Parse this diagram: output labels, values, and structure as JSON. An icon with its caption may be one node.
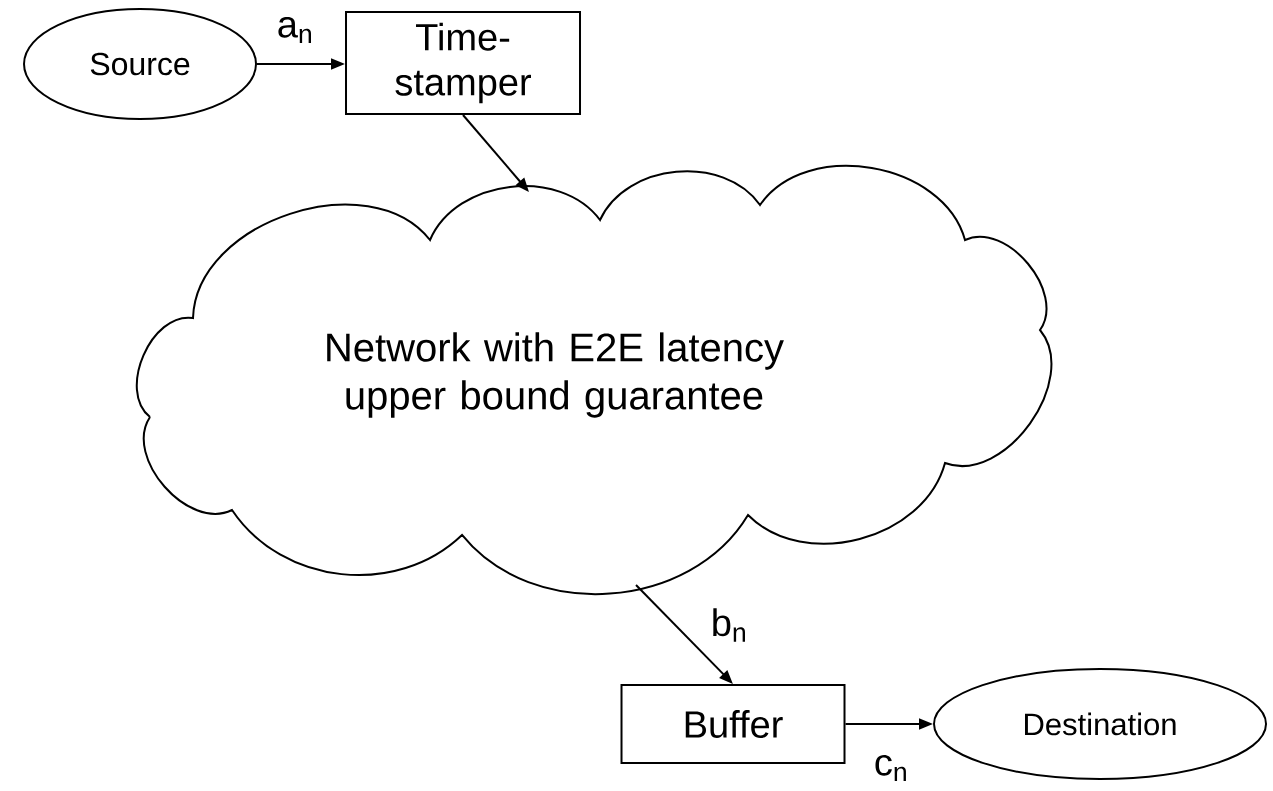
{
  "diagram": {
    "nodes": [
      {
        "text": [
          "Source"
        ]
      },
      {
        "text": [
          "Time-stamper"
        ]
      },
      {
        "text": [
          "Network with E2E latency upper bound guarantee"
        ]
      },
      {
        "text": [
          "Buffer"
        ]
      },
      {
        "text": [
          "Destination"
        ]
      }
    ],
    "edges": [
      {
        "from": 0,
        "to": 1,
        "arrow": "to",
        "label": "a$_{n}$"
      },
      {
        "from": 1,
        "to": 2,
        "arrow": "to"
      },
      {
        "from": 2,
        "to": 3,
        "arrow": "to",
        "label": "b$_{n}$"
      },
      {
        "from": 3,
        "to": 4,
        "arrow": "to",
        "label": "c$_{n}$"
      }
    ]
  }
}
